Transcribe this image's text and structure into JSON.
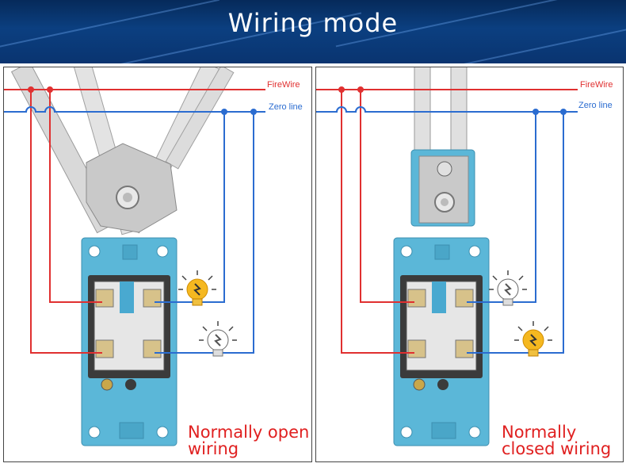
{
  "header": {
    "title": "Wiring mode"
  },
  "left_panel": {
    "fire_label": "FireWire",
    "zero_label": "Zero line",
    "caption_line1": "Normally open",
    "caption_line2": "wiring",
    "lit_bulb": "top"
  },
  "right_panel": {
    "fire_label": "FireWire",
    "zero_label": "Zero line",
    "caption_line1": "Normally",
    "caption_line2": "closed wiring",
    "lit_bulb": "bottom"
  },
  "colors": {
    "fire_wire": "#e03030",
    "zero_line": "#2b6cd0",
    "switch_body": "#5bb7d8",
    "bulb_lit": "#f5b820",
    "caption": "#e02020",
    "header_bg": "#0b3f80"
  },
  "icons": [
    "limit-switch",
    "lightbulb-icon"
  ]
}
